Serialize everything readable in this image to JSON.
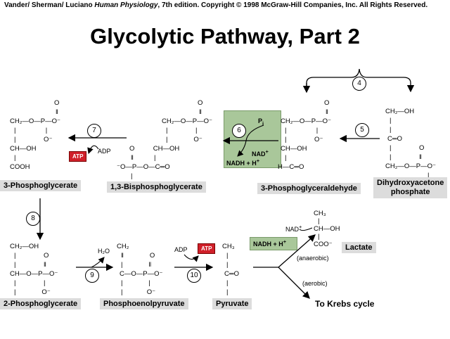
{
  "credit": {
    "authors": "Vander/ Sherman/ Luciano ",
    "book": "Human Physiology",
    "rest": ", 7th edition. Copyright © 1998 McGraw-Hill Companies, Inc. All Rights Reserved."
  },
  "title": "Glycolytic Pathway, Part 2",
  "steps": [
    "4",
    "5",
    "6",
    "7",
    "8",
    "9",
    "10"
  ],
  "compounds": {
    "pga3": "3-Phosphoglycerate",
    "bpg": "1,3-Bisphosphoglycerate",
    "gap": "3-Phosphoglyceraldehyde",
    "dhap_line1": "Dihydroxyacetone",
    "dhap_line2": "phosphate",
    "pga2": "2-Phosphoglycerate",
    "pep": "Phosphoenolpyruvate",
    "pyruvate": "Pyruvate",
    "lactate": "Lactate",
    "krebs": "To Krebs cycle"
  },
  "cofactors": {
    "atp": "ATP",
    "adp": "ADP",
    "pi": "P",
    "pi_sub": "i",
    "nad": "NAD",
    "nad_sup": "+",
    "nadh": "NADH + H",
    "nadh_sup": "+",
    "h2o": "H₂O"
  },
  "conditions": {
    "anaerobic": "(anaerobic)",
    "aerobic": "(aerobic)"
  },
  "colors": {
    "atp_box": "#d0202a",
    "green_box": "#a9c79a",
    "label_box": "#dcdcdc"
  }
}
